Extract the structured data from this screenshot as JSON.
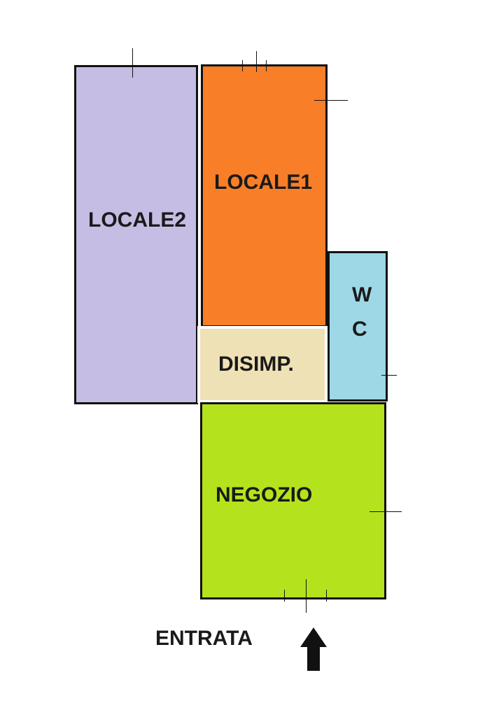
{
  "floor_plan": {
    "rooms": [
      {
        "id": "locale2",
        "label": "LOCALE2",
        "color": "#c5bde3"
      },
      {
        "id": "locale1",
        "label": "LOCALE1",
        "color": "#f97e28"
      },
      {
        "id": "wc",
        "label_line1": "W",
        "label_line2": "C",
        "color": "#9ed8e6"
      },
      {
        "id": "disimp",
        "label": "DISIMP.",
        "color": "#efe1b6"
      },
      {
        "id": "negozio",
        "label": "NEGOZIO",
        "color": "#b4e31d"
      }
    ],
    "entrance": {
      "label": "ENTRATA",
      "icon": "arrow-up-icon",
      "color": "#111111"
    }
  }
}
